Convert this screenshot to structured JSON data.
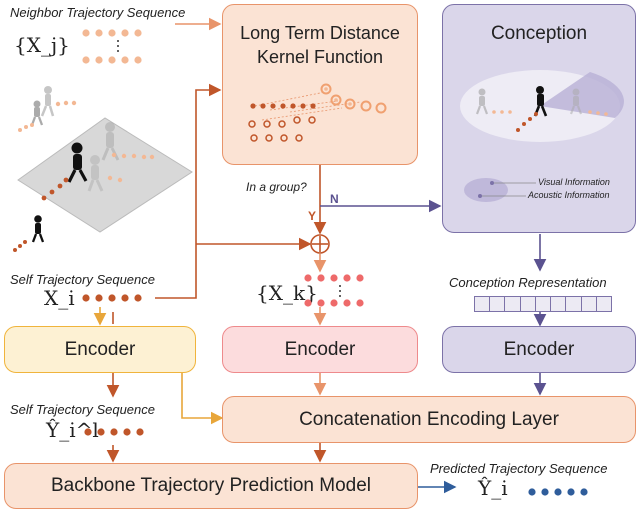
{
  "labels": {
    "neighbor_seq": "Neighbor Trajectory Sequence",
    "self_seq": "Self Trajectory Sequence",
    "self_seq_2": "Self Trajectory Sequence",
    "predicted_seq": "Predicted Trajectory Sequence",
    "conception_rep": "Conception Representation",
    "in_group": "In a group?",
    "yes": "Y",
    "no": "N",
    "visual_info": "Visual Information",
    "acoustic_info": "Acoustic Information"
  },
  "math": {
    "xj": "{X_j}",
    "xi": "X_i",
    "xk": "{X_k}",
    "yil": "Ŷ_i^l",
    "yi": "Ŷ_i"
  },
  "boxes": {
    "ltdk": "Long Term Distance Kernel Function",
    "conception": "Conception",
    "encoder_self": "Encoder",
    "encoder_group": "Encoder",
    "encoder_conception": "Encoder",
    "concat": "Concatenation Encoding Layer",
    "backbone": "Backbone Trajectory Prediction Model"
  },
  "colors": {
    "orange_dark": "#c0562a",
    "orange_fill": "#fbe3d4",
    "orange_border": "#e8946a",
    "yellow_fill": "#fdf1d3",
    "yellow_border": "#f0b43c",
    "pink_fill": "#fcdcdd",
    "pink_border": "#ee8a8c",
    "purple_fill": "#dad6ea",
    "purple_border": "#7c72a8",
    "blue_dots": "#2f5d9b"
  }
}
